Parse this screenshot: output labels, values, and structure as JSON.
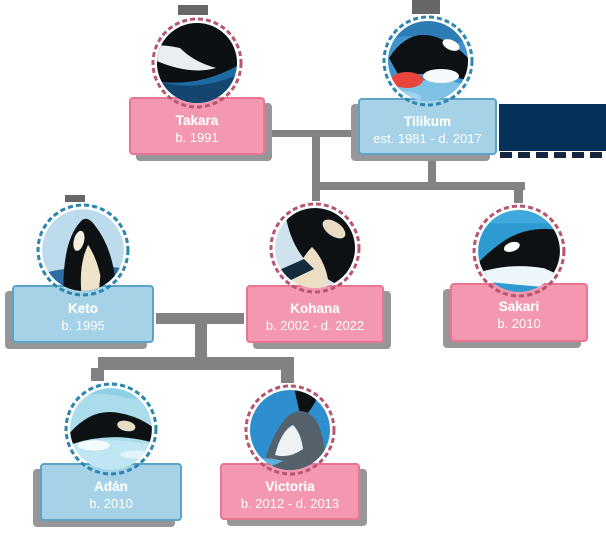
{
  "diagram": {
    "type": "family-tree",
    "subject": "Orca family tree"
  },
  "colors": {
    "female_card": "#f497b0",
    "female_border": "#e87693",
    "female_ring": "#b65671",
    "male_card": "#a5d2e7",
    "male_border": "#5ba3c8",
    "male_ring": "#2d86ae",
    "connector": "#828282",
    "navy_banner": "#05305a",
    "card_text": "#ffffff"
  },
  "members": [
    {
      "id": "takara",
      "name": "Takara",
      "dates": "b. 1991",
      "sex": "female",
      "photo": "orca-closeup-photo"
    },
    {
      "id": "tilikum",
      "name": "Tilikum",
      "dates": "est. 1981 - d. 2017",
      "sex": "male",
      "photo": "orca-on-back-in-water-photo"
    },
    {
      "id": "keto",
      "name": "Keto",
      "dates": "b. 1995",
      "sex": "male",
      "photo": "orca-head-raised-photo"
    },
    {
      "id": "kohana",
      "name": "Kohana",
      "dates": "b. 2002 - d. 2022",
      "sex": "female",
      "photo": "orca-head-down-photo"
    },
    {
      "id": "sakari",
      "name": "Sakari",
      "dates": "b. 2010",
      "sex": "female",
      "photo": "orca-swimming-photo"
    },
    {
      "id": "adan",
      "name": "Adán",
      "dates": "b. 2010",
      "sex": "male",
      "photo": "orca-floating-photo"
    },
    {
      "id": "victoria",
      "name": "Victoria",
      "dates": "b. 2012 - d. 2013",
      "sex": "female",
      "photo": "orca-breaching-photo"
    }
  ],
  "relationships": [
    {
      "couple": [
        "Takara",
        "Tilikum"
      ],
      "children": [
        "Kohana",
        "Sakari"
      ]
    },
    {
      "couple": [
        "Keto",
        "Kohana"
      ],
      "children": [
        "Adán",
        "Victoria"
      ]
    }
  ]
}
